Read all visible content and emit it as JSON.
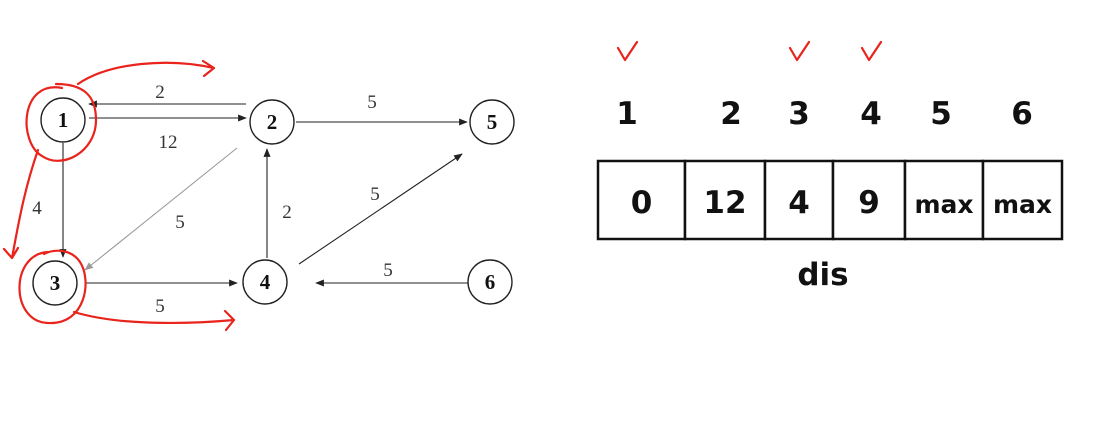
{
  "graph": {
    "nodes": [
      {
        "id": "1",
        "label": "1"
      },
      {
        "id": "2",
        "label": "2"
      },
      {
        "id": "3",
        "label": "3"
      },
      {
        "id": "4",
        "label": "4"
      },
      {
        "id": "5",
        "label": "5"
      },
      {
        "id": "6",
        "label": "6"
      }
    ],
    "edges": [
      {
        "from": "2",
        "to": "1",
        "weight": "2"
      },
      {
        "from": "1",
        "to": "2",
        "weight": "12"
      },
      {
        "from": "2",
        "to": "5",
        "weight": "5"
      },
      {
        "from": "1",
        "to": "3",
        "weight": "4"
      },
      {
        "from": "2",
        "to": "3",
        "weight": "5"
      },
      {
        "from": "4",
        "to": "2",
        "weight": "2"
      },
      {
        "from": "4",
        "to": "5",
        "weight": "5"
      },
      {
        "from": "3",
        "to": "4",
        "weight": "5"
      },
      {
        "from": "6",
        "to": "4",
        "weight": "5"
      }
    ],
    "highlight_color": "#e8241c",
    "visited_nodes": [
      "1",
      "3"
    ]
  },
  "dis_array": {
    "label": "dis",
    "indices": [
      "1",
      "2",
      "3",
      "4",
      "5",
      "6"
    ],
    "values": [
      "0",
      "12",
      "4",
      "9",
      "max",
      "max"
    ],
    "checked": [
      "1",
      "3",
      "4"
    ],
    "check_color": "#e8241c"
  }
}
